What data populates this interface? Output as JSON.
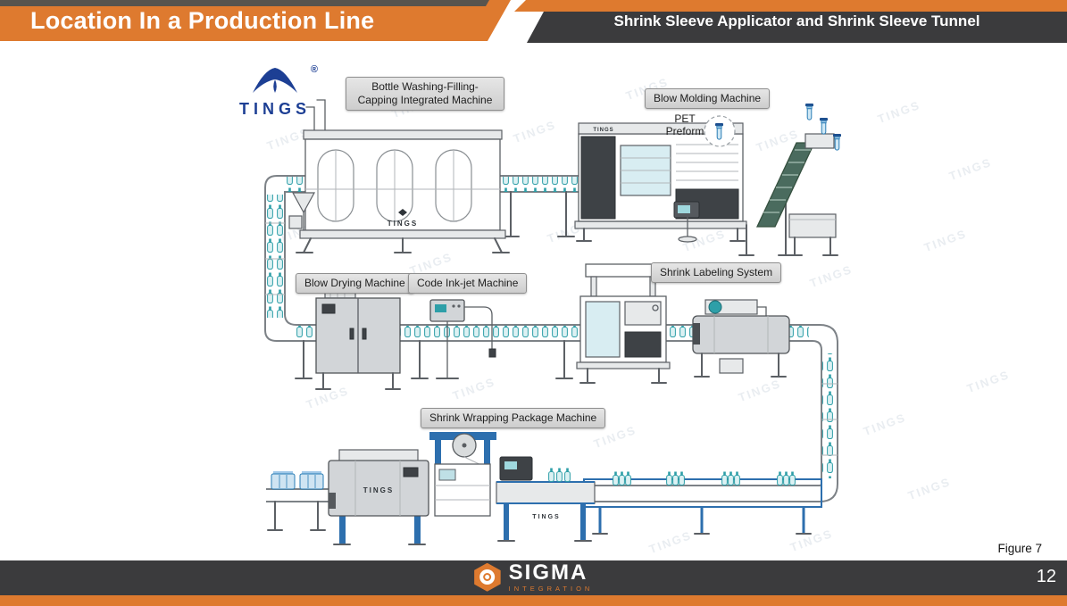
{
  "header": {
    "title": "Location In a Production Line",
    "subtitle": "Shrink Sleeve Applicator and Shrink Sleeve Tunnel"
  },
  "brand": {
    "name": "TINGS",
    "registered_mark": "®"
  },
  "diagram": {
    "labels": {
      "bottle_washing": "Bottle Washing-Filling-Capping Integrated Machine",
      "blow_molding": "Blow Molding Machine",
      "pet_preform": "PET Preform",
      "blow_drying": "Blow Drying Machine",
      "code_inkjet": "Code Ink-jet Machine",
      "shrink_labeling": "Shrink Labeling System",
      "shrink_wrapping": "Shrink Wrapping Package Machine"
    },
    "watermark": "TINGS",
    "figure_caption": "Figure 7"
  },
  "footer": {
    "brand": "SIGMA",
    "tagline": "INTEGRATION",
    "page_number": "12"
  },
  "colors": {
    "accent_orange": "#DE7A2F",
    "dark_gray": "#3B3B3D",
    "bottle_teal": "#2e9fa8",
    "machine_blue": "#2d6fae",
    "logo_blue": "#1d3f94"
  }
}
